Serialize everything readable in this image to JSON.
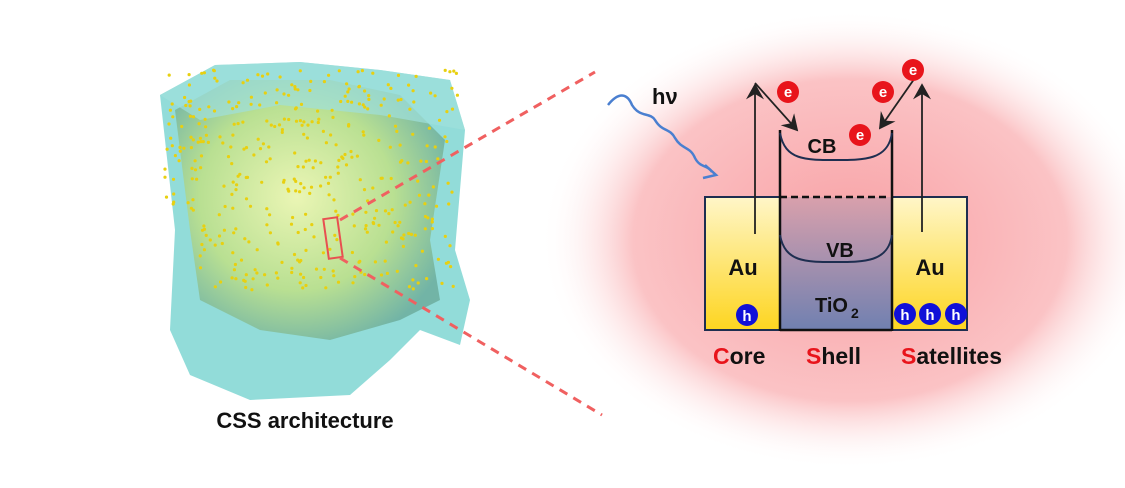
{
  "caption": "CSS architecture",
  "light_label": "hν",
  "bands": {
    "cb": "CB",
    "vb": "VB"
  },
  "materials": {
    "core": "Au",
    "shell": "TiO",
    "shell_sub": "2",
    "satellite": "Au"
  },
  "electron": "e",
  "hole": "h",
  "labels": {
    "core": {
      "initial": "C",
      "rest": "ore"
    },
    "shell": {
      "initial": "S",
      "rest": "hell"
    },
    "satellites": {
      "initial": "S",
      "rest": "atellites"
    }
  },
  "colors": {
    "accent": "#e8141b",
    "hole": "#1010d8",
    "gold": "#fde34a",
    "glow": "#f8a0a4",
    "wave": "#4a7fd0",
    "cube": "#7fd6d2"
  }
}
